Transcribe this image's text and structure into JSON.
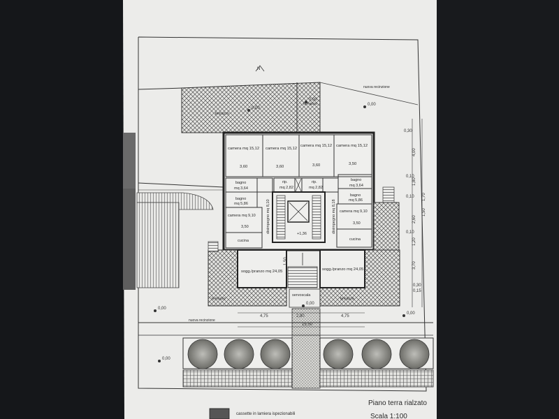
{
  "north_label": "N",
  "terraces": [
    {
      "label": "terrazzo"
    },
    {
      "label": "terrazzo"
    },
    {
      "label": "terrazzo"
    },
    {
      "label": "terrazzo"
    }
  ],
  "rooms": [
    {
      "label": "camera mq 15,12",
      "dim": "3,60"
    },
    {
      "label": "camera mq 15,12",
      "dim": "3,60"
    },
    {
      "label": "camera mq 15,12",
      "dim": "3,60"
    },
    {
      "label": "camera mq 15,12",
      "dim": "3,50"
    }
  ],
  "bath_left": {
    "label": "bagno",
    "area": "mq 3,64"
  },
  "bath_right": {
    "label": "bagno",
    "area": "mq 3,64"
  },
  "rip_left": {
    "label": "rip.",
    "area": "mq 2,82"
  },
  "rip_right": {
    "label": "rip.",
    "area": "mq 2,82"
  },
  "bath2_left": {
    "label": "bagno",
    "area": "mq 5,86"
  },
  "bath2_right": {
    "label": "bagno",
    "area": "mq 5,86"
  },
  "camera_small_left": {
    "label": "camera mq 9,10",
    "dim": "3,50"
  },
  "camera_small_right": {
    "label": "camera mq 9,10",
    "dim": "3,50"
  },
  "disimpegno_left": "disimpegno mq 8,10",
  "disimpegno_right": "disimpegno mq 8,18",
  "cucina_left": "cucina",
  "cucina_right": "cucina",
  "soggiorno_left": "sogg./pranzo mq 24,05",
  "soggiorno_right": "sogg./pranzo mq 24,05",
  "stair_level": "+1,36",
  "servoscala": "servoscala",
  "level_labels": [
    "0,00",
    "0,00",
    "0,00",
    "0,00",
    "0,00",
    "0,00",
    "0,00"
  ],
  "recinzione_top": "nuova recinzione",
  "recinzione_front": "nuova recinzione",
  "bottom_dims": [
    "4,75",
    "2,90",
    "4,75",
    "15,50",
    "1,50"
  ],
  "right_dims": [
    "0,30",
    "4,00",
    "0,10",
    "1,80",
    "0,10",
    "1,70",
    "1,50",
    "2,60",
    "0,10",
    "1,20",
    "3,70",
    "0,30",
    "0,15"
  ],
  "legend_text": "cassette in lamiera ispezionabili",
  "title_block": {
    "title": "Piano terra rialzato",
    "scale": "Scala 1:100"
  },
  "colors": {
    "paper": "#ececea",
    "ink": "#2b2b2b",
    "hatch": "#4a4a4a",
    "background": "#15171a"
  }
}
